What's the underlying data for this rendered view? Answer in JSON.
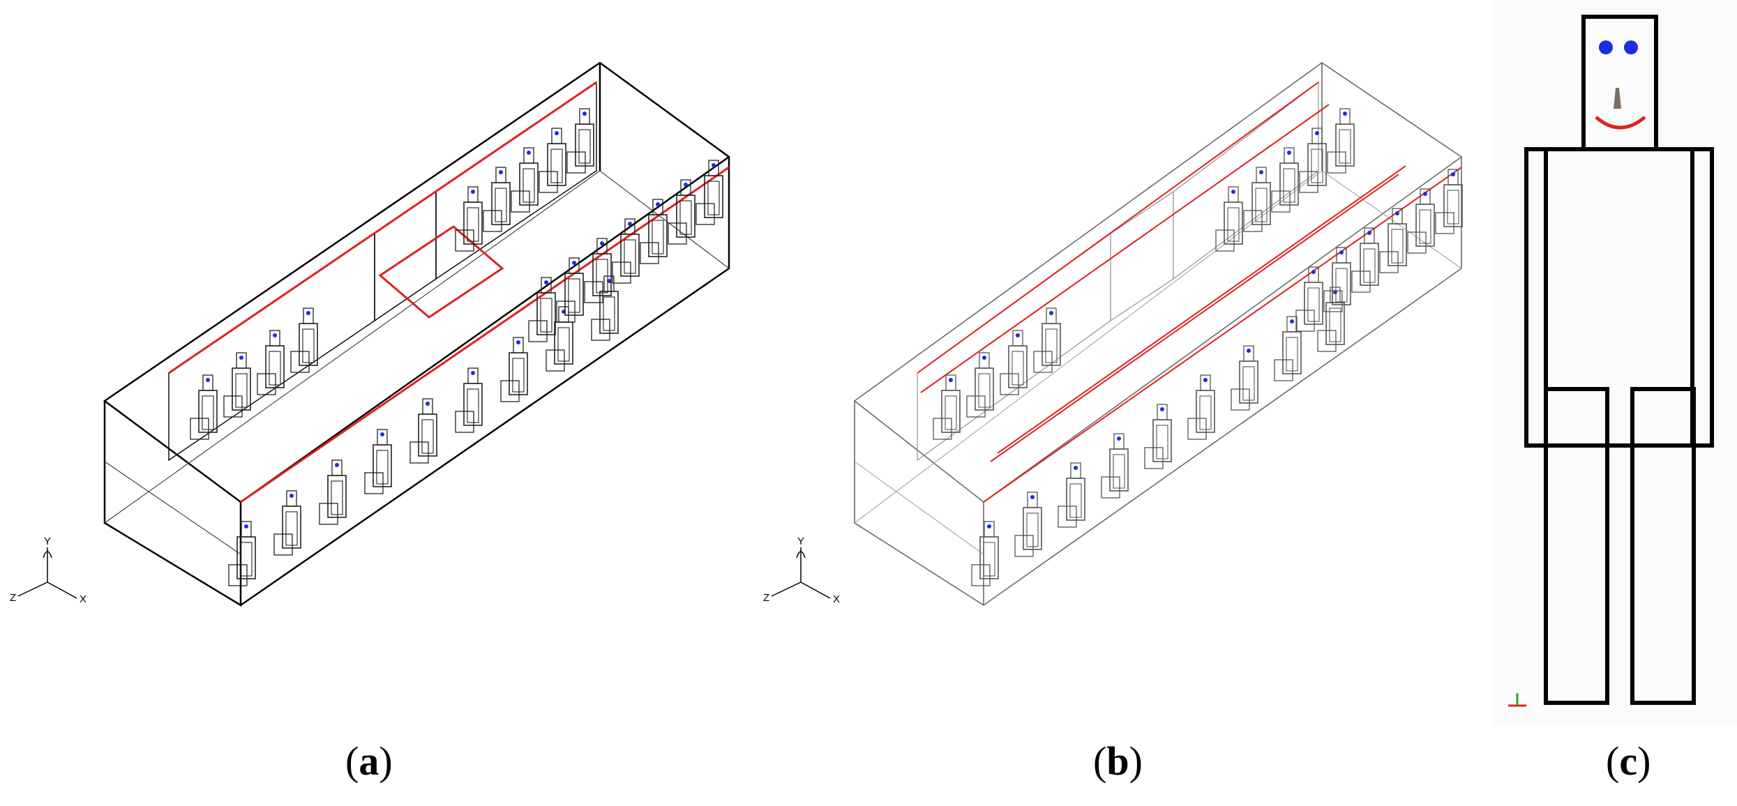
{
  "panels": [
    {
      "id": "a",
      "caption_open": "(",
      "caption_letter": "a",
      "caption_close": ")"
    },
    {
      "id": "b",
      "caption_open": "(",
      "caption_letter": "b",
      "caption_close": ")"
    },
    {
      "id": "c",
      "caption_open": "(",
      "caption_letter": "c",
      "caption_close": ")"
    }
  ],
  "axes": {
    "y": "Y",
    "x": "X",
    "z": "Z"
  },
  "colors": {
    "outline": "#000000",
    "outline_light": "#777777",
    "heat_source": "#e02020",
    "seat": "#333333",
    "eyes": "#1a2fe0",
    "mouth": "#e02020"
  }
}
